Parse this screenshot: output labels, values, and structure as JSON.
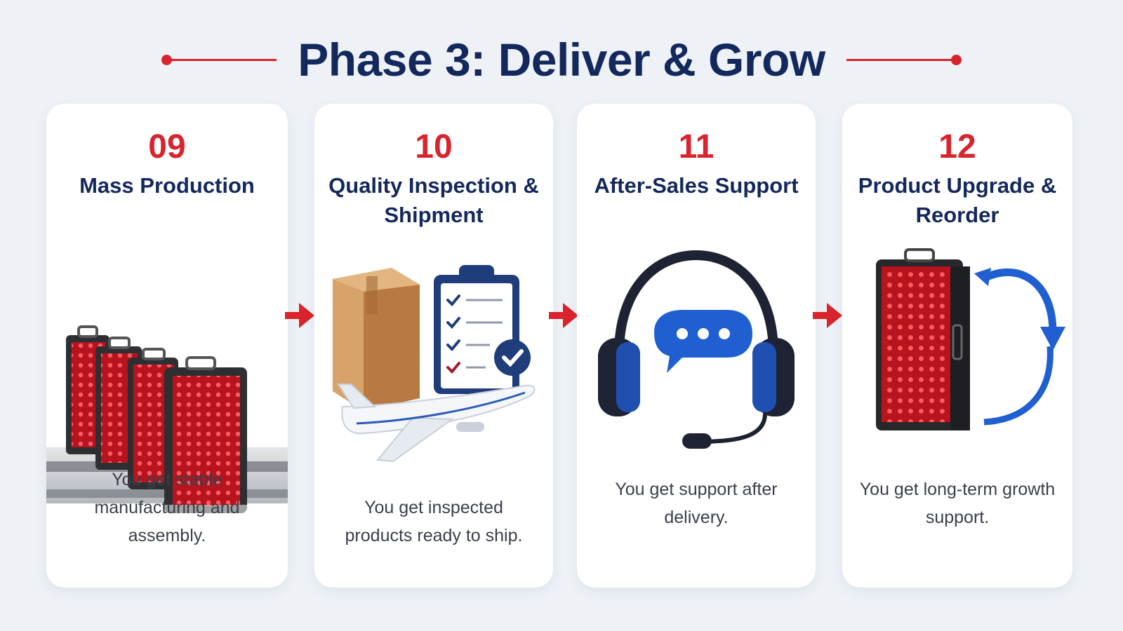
{
  "title": "Phase 3: Deliver & Grow",
  "colors": {
    "accent": "#d9232d",
    "navy": "#13285c",
    "blue": "#1f5fd1",
    "background": "#eef2f7"
  },
  "steps": [
    {
      "number": "09",
      "name": "Mass Production",
      "description": "You get stable manufacturing and assembly.",
      "icon": "production-line-devices-icon"
    },
    {
      "number": "10",
      "name": "Quality Inspection & Shipment",
      "description": "You get inspected products ready to ship.",
      "icon": "box-checklist-airplane-icon"
    },
    {
      "number": "11",
      "name": "After-Sales Support",
      "description": "You get support after delivery.",
      "icon": "headset-chat-icon"
    },
    {
      "number": "12",
      "name": "Product Upgrade & Reorder",
      "description": "You get long-term growth support.",
      "icon": "device-reorder-cycle-icon"
    }
  ]
}
